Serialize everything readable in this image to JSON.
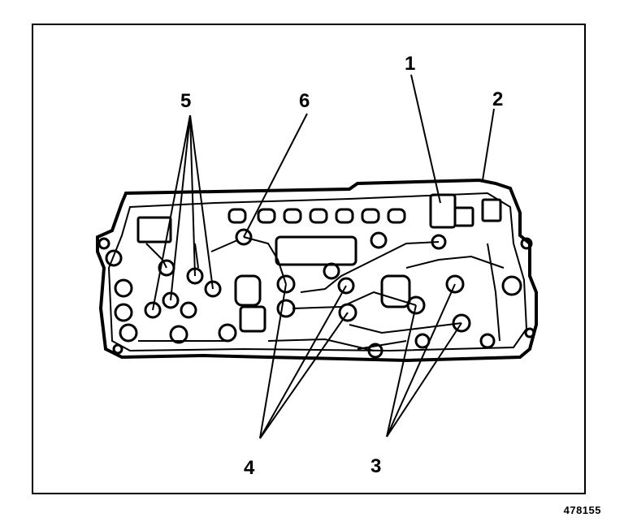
{
  "figure": {
    "figure_id": "478155",
    "callouts": {
      "c1": "1",
      "c2": "2",
      "c3": "3",
      "c4": "4",
      "c5": "5",
      "c6": "6"
    }
  },
  "colors": {
    "ink": "#000000",
    "paper": "#ffffff"
  }
}
